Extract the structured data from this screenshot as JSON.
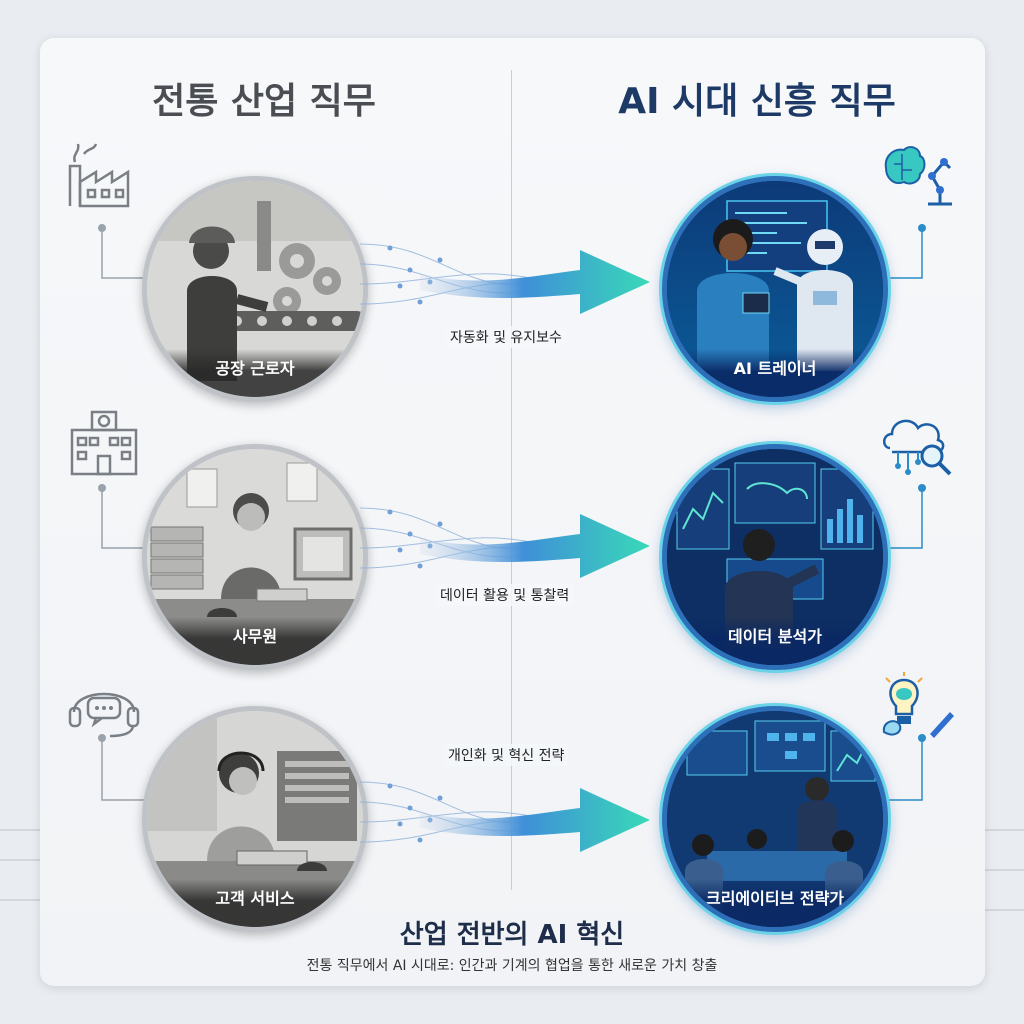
{
  "header": {
    "left_title": "전통 산업 직무",
    "right_title": "AI 시대 신흥 직무"
  },
  "rows": [
    {
      "old_label": "공장 근로자",
      "new_label": "AI 트레이너",
      "transition": "자동화 및 유지보수",
      "old_icon": "factory-icon",
      "new_icon": "brain-robot-arm-icon"
    },
    {
      "old_label": "사무원",
      "new_label": "데이터 분석가",
      "transition": "데이터 활용 및 통찰력",
      "old_icon": "office-building-icon",
      "new_icon": "cloud-magnifier-icon"
    },
    {
      "old_label": "고객 서비스",
      "new_label": "크리에이티브 전략가",
      "transition": "개인화 및 혁신 전략",
      "old_icon": "headset-chat-icon",
      "new_icon": "lightbulb-brain-palette-icon"
    }
  ],
  "footer": {
    "title": "산업 전반의 AI 혁신",
    "subtitle": "전통 직무에서 AI 시대로: 인간과 기계의 협업을 통한 새로운 가치 창출"
  },
  "colors": {
    "accent_blue": "#2d6fb8",
    "accent_cyan": "#35d6c4",
    "title_dark_blue": "#1d3a66",
    "title_gray": "#4a4d52"
  }
}
